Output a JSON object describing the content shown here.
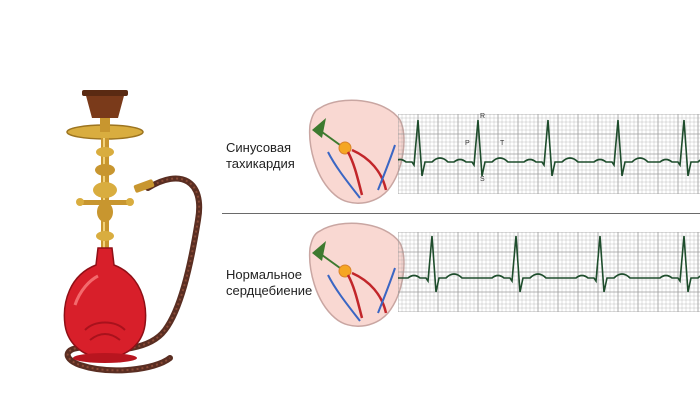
{
  "rows": [
    {
      "label_line1": "Синусовая",
      "label_line2": "тахикардия"
    },
    {
      "label_line1": "Нормальное",
      "label_line2": "сердцебиение"
    }
  ],
  "wave_letters": {
    "p": "P",
    "r": "R",
    "t": "T",
    "s": "S"
  },
  "colors": {
    "heart_fill": "#f9d8d2",
    "sa_node": "#3d7a2f",
    "red_path": "#c2262a",
    "blue_path": "#3a66c4",
    "ecg_grid": "#9a9a9a",
    "ecg_trace": "#1e4d2c",
    "hookah_glass": "#d81f2a",
    "hookah_brass": "#c8962f",
    "hookah_hose": "#5a2e22"
  },
  "icons": [
    "hookah-icon",
    "heart-conduction-icon"
  ]
}
